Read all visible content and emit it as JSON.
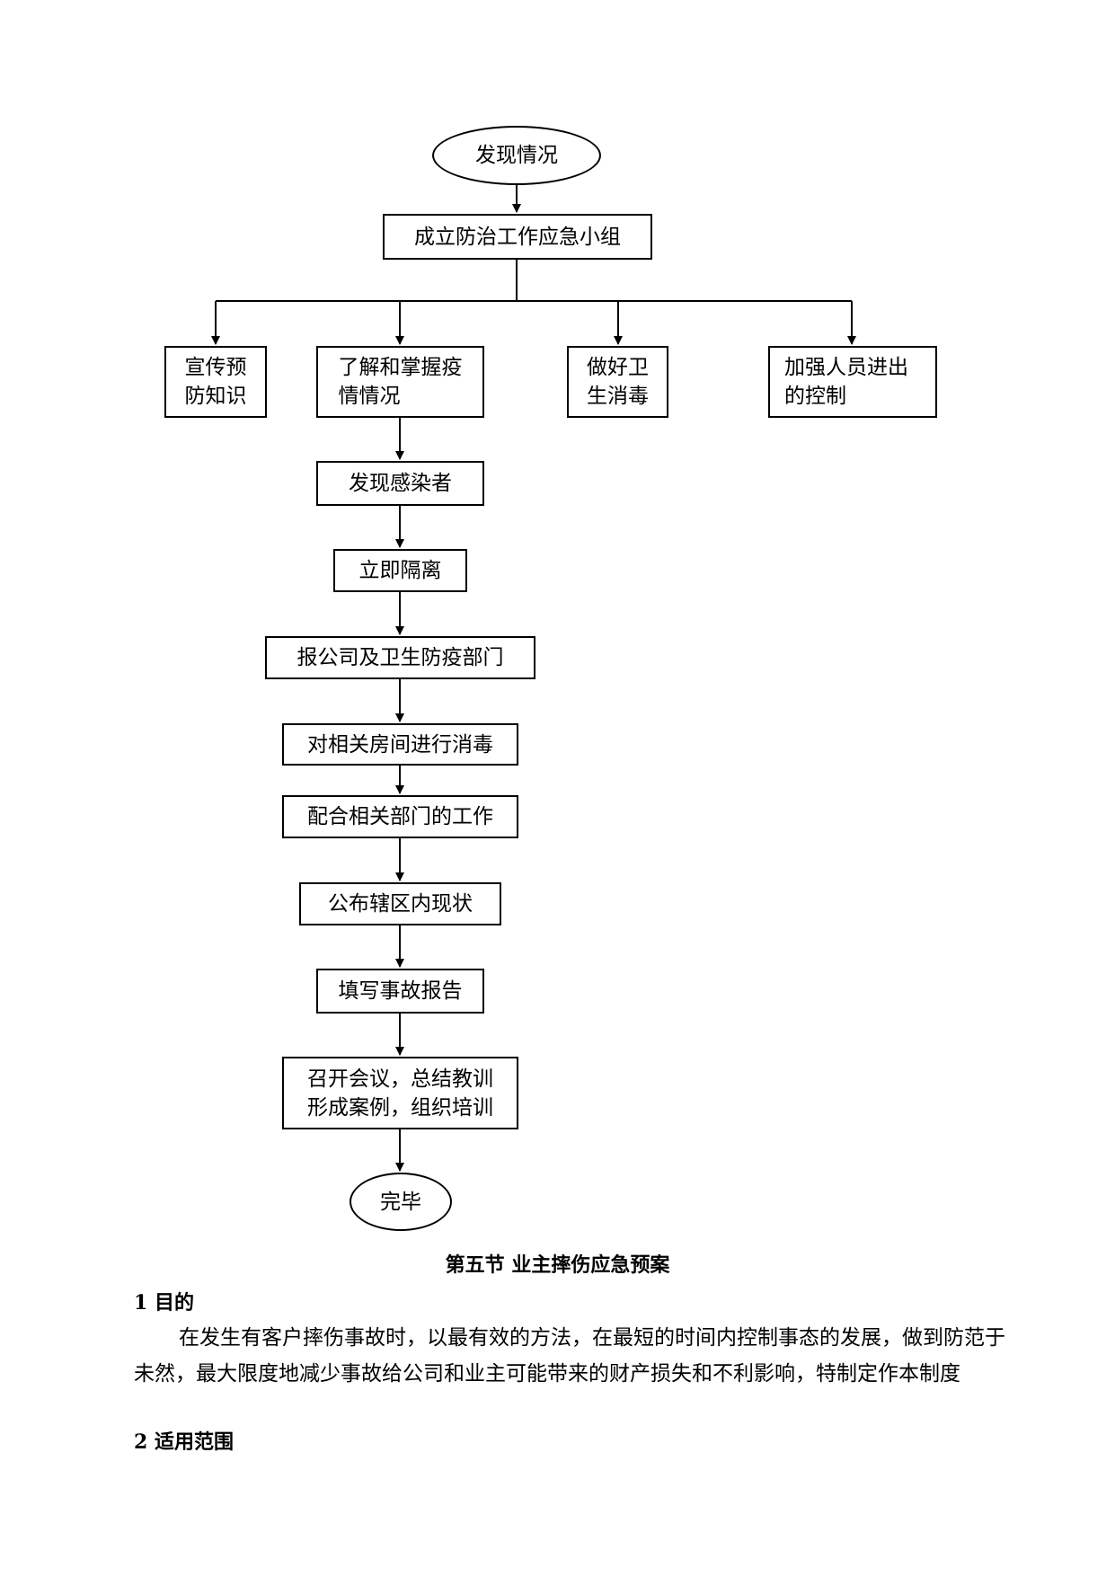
{
  "flowchart": {
    "start": "发现情况",
    "group": "成立防治工作应急小组",
    "branch1": [
      "宣传预",
      "防知识"
    ],
    "branch2": [
      "了解和掌握疫",
      "情情况"
    ],
    "branch3": [
      "做好卫",
      "生消毒"
    ],
    "branch4": [
      "加强人员进出",
      "的控制"
    ],
    "step1": "发现感染者",
    "step2": "立即隔离",
    "step3": "报公司及卫生防疫部门",
    "step4": "对相关房间进行消毒",
    "step5": "配合相关部门的工作",
    "step6": "公布辖区内现状",
    "step7": "填写事故报告",
    "step8": [
      "召开会议，总结教训",
      "形成案例，组织培训"
    ],
    "end": "完毕"
  },
  "section": {
    "title": "第五节  业主摔伤应急预案",
    "heading1": "1 目的",
    "paragraph": "在发生有客户摔伤事故时，以最有效的方法，在最短的时间内控制事态的发展，做到防范于未然，最大限度地减少事故给公司和业主可能带来的财产损失和不利影响，特制定作本制度",
    "heading2": "2 适用范围"
  }
}
